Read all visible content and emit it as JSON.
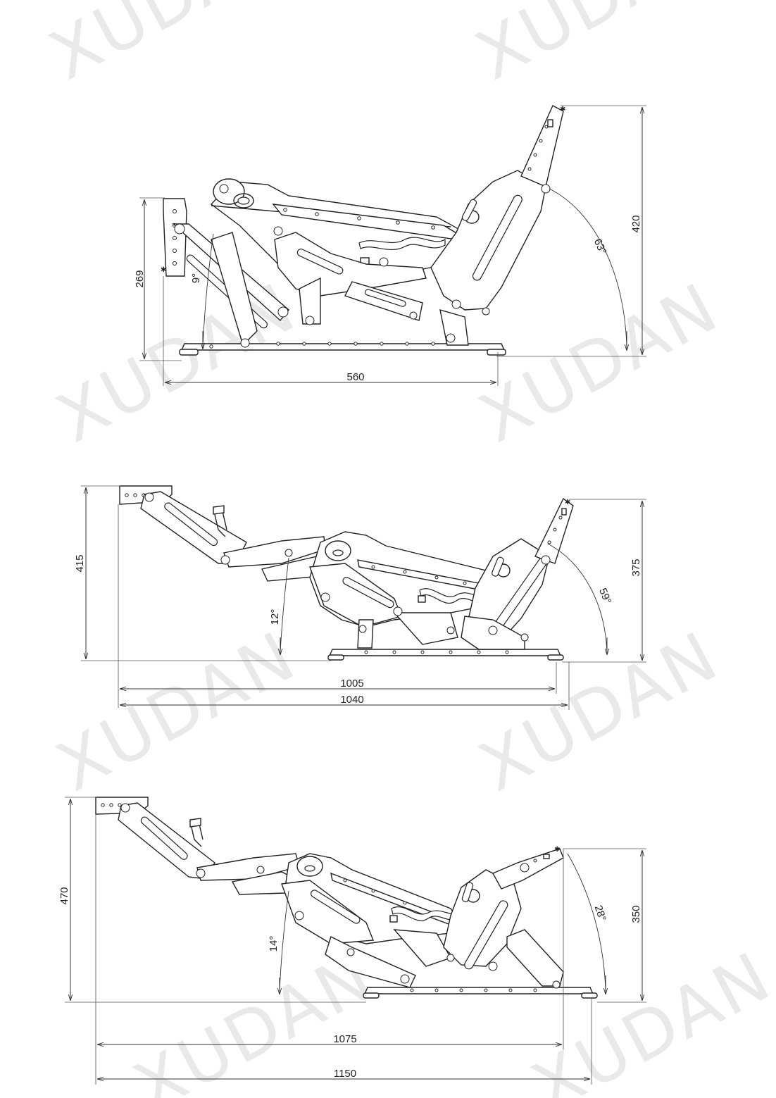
{
  "watermark": "XUDAN",
  "views": [
    {
      "id": "closed",
      "dims": {
        "height_left": "269",
        "angle_left": "9°",
        "height_right": "420",
        "angle_right": "63°",
        "width": "560"
      }
    },
    {
      "id": "tv",
      "dims": {
        "height_left": "415",
        "angle_left": "12°",
        "height_right": "375",
        "angle_right": "59°",
        "width_inner": "1005",
        "width_outer": "1040"
      }
    },
    {
      "id": "full",
      "dims": {
        "height_left": "470",
        "angle_left": "14°",
        "height_right": "350",
        "angle_right": "28°",
        "width_inner": "1075",
        "width_outer": "1150"
      }
    }
  ]
}
